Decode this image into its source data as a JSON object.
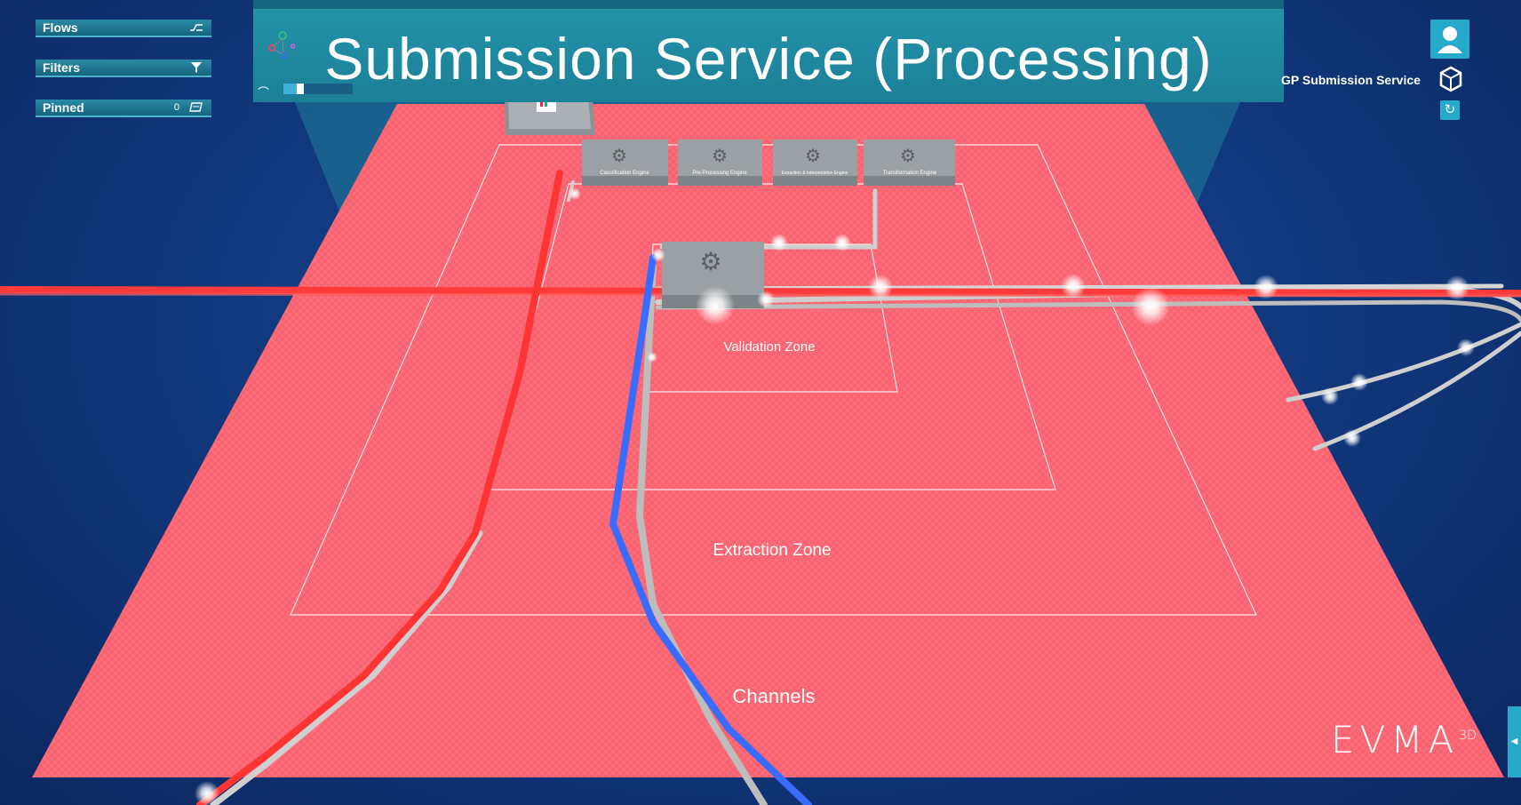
{
  "banner": {
    "title": "Submission Service (Processing)"
  },
  "left_panel": {
    "flows_label": "Flows",
    "filters_label": "Filters",
    "pinned_label": "Pinned",
    "pinned_count": "0"
  },
  "top_right": {
    "service_name": "GP Submission Service",
    "icons": [
      "user-icon",
      "cube-icon",
      "refresh-icon"
    ]
  },
  "toolbar": {
    "progress": 0.3,
    "icons": [
      "bridge-icon",
      "network-icon"
    ]
  },
  "scene": {
    "plane_color": "#ff6b78",
    "engines": [
      "Classification Engine",
      "Pre-Processing Engine",
      "Extraction & Interpretation Engine",
      "Transformation Engine"
    ],
    "zones": [
      "Validation Zone",
      "Extraction Zone",
      "Channels"
    ],
    "flow_colors": {
      "red": "#ff3a3a",
      "blue": "#3a6bff",
      "grey": "#d9d9d9"
    }
  },
  "logo": {
    "text": "EVMA",
    "suffix": "3D"
  },
  "side_tab": {
    "glyph": "◀"
  }
}
